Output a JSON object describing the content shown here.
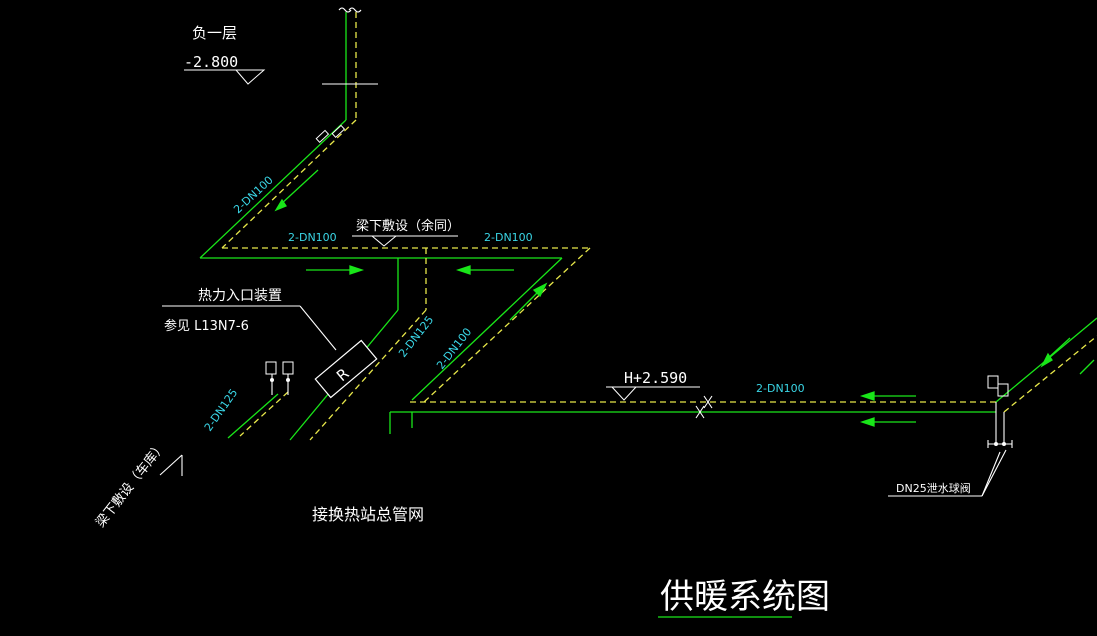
{
  "labels": {
    "level_name": "负一层",
    "level_value": "-2.800",
    "pipe_top_diag": "2-DN100",
    "pipe_top_left": "2-DN100",
    "under_beam_note": "梁下敷设（余同）",
    "pipe_top_right": "2-DN100",
    "heat_entry": "热力入口装置",
    "heat_ref": "参见 L13N7-6",
    "pipe_dn125_center": "2-DN125",
    "pipe_dn100_mid": "2-DN100",
    "pipe_dn125_left": "2-DN125",
    "under_beam_garage": "梁下敷设（车库）",
    "station_network": "接换热站总管网",
    "elevation": "H+2.590",
    "pipe_long": "2-DN100",
    "drain_valve": "DN25泄水球阀",
    "drawing_title": "供暖系统图",
    "device_letter": "R"
  },
  "colors": {
    "background": "#000000",
    "supply_pipe": "#19e619",
    "return_pipe": "#e8e84a",
    "pipe_size_text": "#3ad6e6",
    "annotation_text": "#ffffff"
  }
}
